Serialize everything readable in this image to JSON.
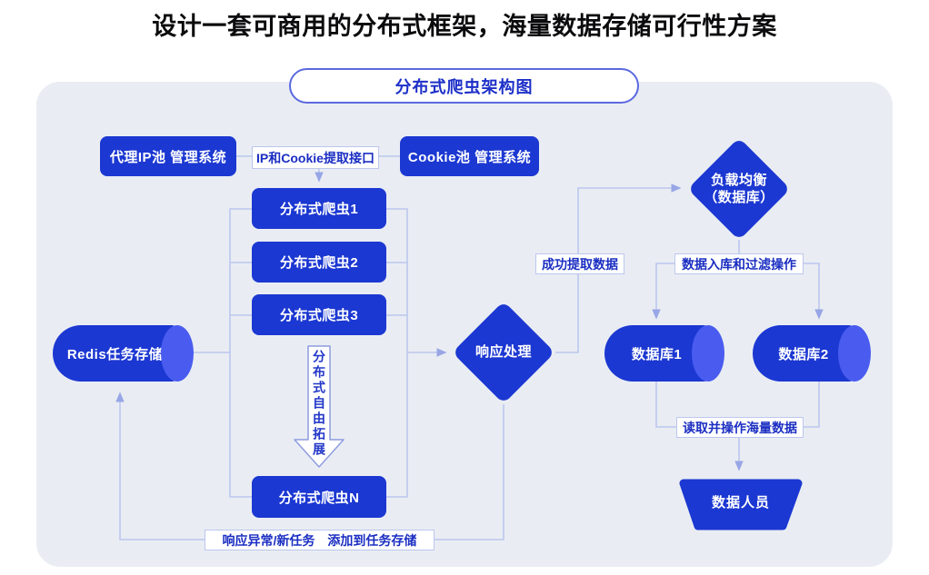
{
  "title": "设计一套可商用的分布式框架，海量数据存储可行性方案",
  "diagram": {
    "title": "分布式爬虫架构图",
    "nodes": {
      "proxy_pool": "代理IP池 管理系统",
      "cookie_pool": "Cookie池 管理系统",
      "crawler1": "分布式爬虫1",
      "crawler2": "分布式爬虫2",
      "crawler3": "分布式爬虫3",
      "crawlerN": "分布式爬虫N",
      "redis": "Redis任务存储",
      "response": "响应处理",
      "load_balance_line1": "负载均衡",
      "load_balance_line2": "（数据库）",
      "db1": "数据库1",
      "db2": "数据库2",
      "data_staff": "数据人员",
      "expand_note": "分布式自由拓展"
    },
    "edge_labels": {
      "ip_cookie_api": "IP和Cookie提取接口",
      "extract_success": "成功提取数据",
      "db_filter": "数据入库和过滤操作",
      "read_mass_data": "读取并操作海量数据",
      "exception_task": "响应异常/新任务　添加到任务存储"
    },
    "colors": {
      "node_blue": "#1c38d2",
      "cylinder_cap": "#4a5cf0",
      "connector_line": "#bcc6ee",
      "arrowhead": "#98a6e6",
      "label_text": "#1b2ec2",
      "canvas_bg": "#e9edf3",
      "pill_border": "#5b69e0",
      "pill_text": "#1d2fc8"
    }
  }
}
